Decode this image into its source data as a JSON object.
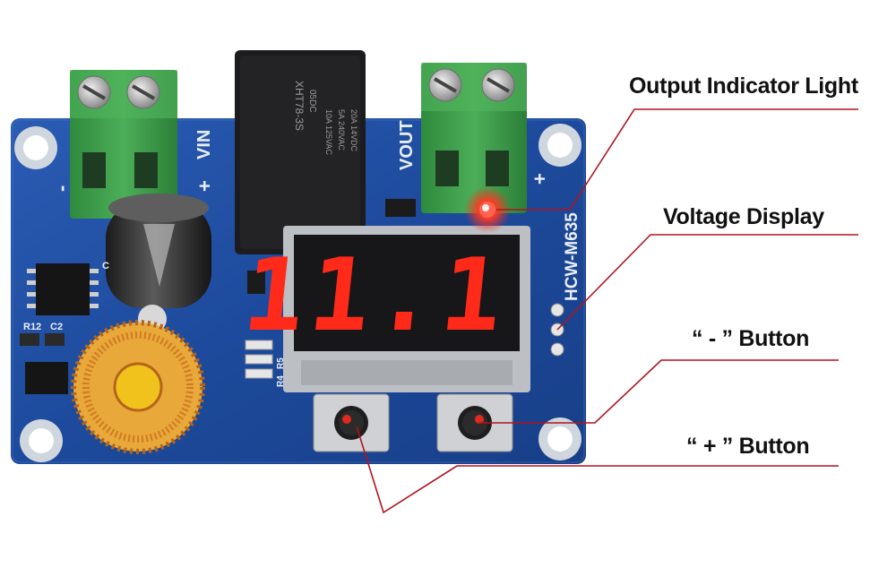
{
  "callouts": {
    "output_indicator": "Output Indicator Light",
    "voltage_display": "Voltage Display",
    "minus_button": "“ - ” Button",
    "plus_button": "“ + ” Button"
  },
  "board": {
    "model": "HCW-M635",
    "vin_label": "VIN",
    "vout_label": "VOUT",
    "plus_sign": "+",
    "minus_sign": "-",
    "display_reading": "11.1",
    "silk_r12": "R12",
    "silk_c2": "C2",
    "silk_r4": "R4",
    "silk_r5": "R5",
    "silk_c": "C",
    "relay_line1": "XHT78-3S",
    "relay_line2": "05DC",
    "relay_line3": "10A 125VAC",
    "relay_line4": "5A 240VAC",
    "relay_line5": "20A 14VDC"
  },
  "colors": {
    "pcb": "#1f4fa3",
    "terminal": "#3f9a4c",
    "led_red": "#ff2a1a",
    "callout_line": "#b0141e",
    "copper": "#d9821f"
  }
}
